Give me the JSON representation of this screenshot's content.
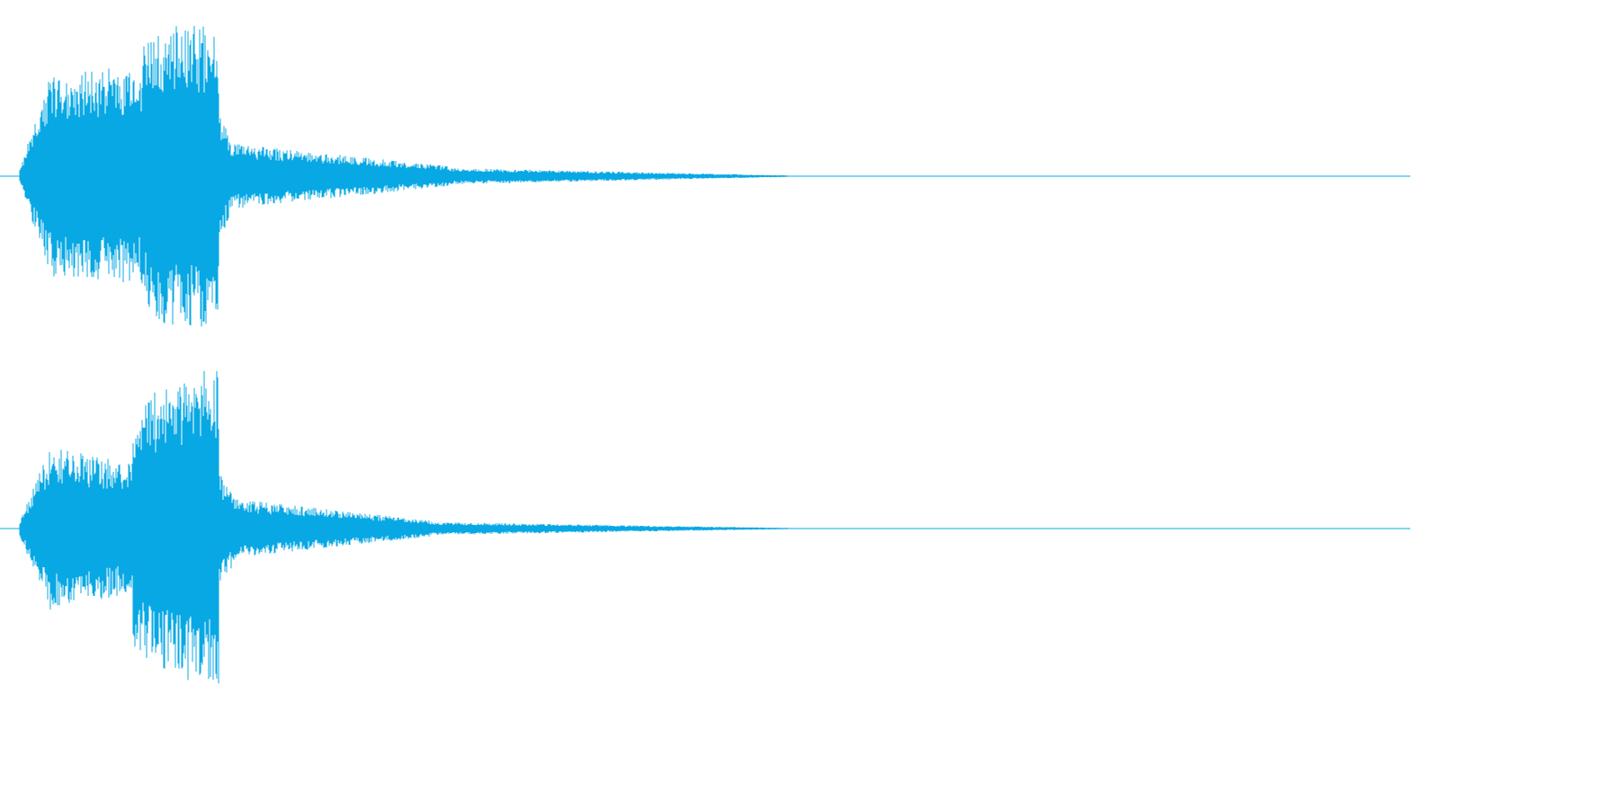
{
  "waveform": {
    "color": "#08a8e4",
    "channels": [
      {
        "name": "channel-1",
        "envelope": {
          "segments": [
            {
              "t_start": 0.0,
              "t_end": 0.03,
              "amp_start": 0.05,
              "amp_end": 0.62
            },
            {
              "t_start": 0.03,
              "t_end": 0.12,
              "amp_start": 0.62,
              "amp_end": 0.68
            },
            {
              "t_start": 0.12,
              "t_end": 0.15,
              "amp_start": 0.8,
              "amp_end": 0.95
            },
            {
              "t_start": 0.15,
              "t_end": 0.195,
              "amp_start": 0.95,
              "amp_end": 0.9
            },
            {
              "t_start": 0.195,
              "t_end": 0.205,
              "amp_start": 0.4,
              "amp_end": 0.25
            },
            {
              "t_start": 0.205,
              "t_end": 0.42,
              "amp_start": 0.2,
              "amp_end": 0.06
            },
            {
              "t_start": 0.42,
              "t_end": 0.75,
              "amp_start": 0.05,
              "amp_end": 0.005
            },
            {
              "t_start": 0.75,
              "t_end": 1.0,
              "amp_start": 0.003,
              "amp_end": 0.0
            }
          ]
        }
      },
      {
        "name": "channel-2",
        "envelope": {
          "segments": [
            {
              "t_start": 0.0,
              "t_end": 0.03,
              "amp_start": 0.05,
              "amp_end": 0.5
            },
            {
              "t_start": 0.03,
              "t_end": 0.11,
              "amp_start": 0.5,
              "amp_end": 0.4
            },
            {
              "t_start": 0.11,
              "t_end": 0.15,
              "amp_start": 0.75,
              "amp_end": 0.9
            },
            {
              "t_start": 0.15,
              "t_end": 0.195,
              "amp_start": 0.9,
              "amp_end": 1.0
            },
            {
              "t_start": 0.195,
              "t_end": 0.21,
              "amp_start": 0.35,
              "amp_end": 0.22
            },
            {
              "t_start": 0.21,
              "t_end": 0.4,
              "amp_start": 0.18,
              "amp_end": 0.05
            },
            {
              "t_start": 0.4,
              "t_end": 0.75,
              "amp_start": 0.04,
              "amp_end": 0.004
            },
            {
              "t_start": 0.75,
              "t_end": 1.0,
              "amp_start": 0.002,
              "amp_end": 0.0
            }
          ]
        }
      }
    ]
  }
}
